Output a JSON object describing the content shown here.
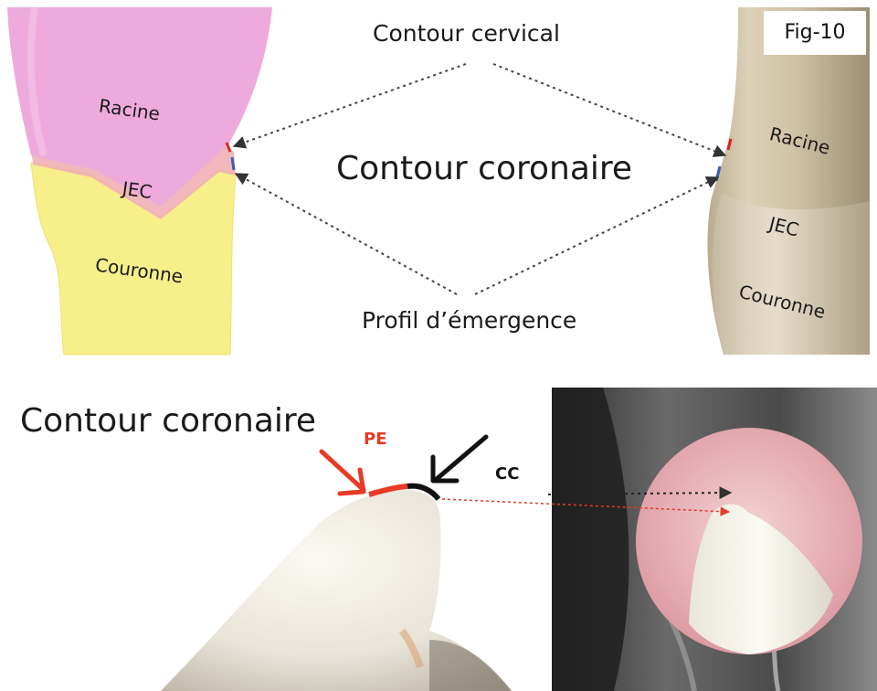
{
  "figure_label": "Fig-10",
  "top_panel": {
    "center_labels": {
      "cervical": "Contour cervical",
      "coronal": "Contour coronaire",
      "emergence": "Profil d’émergence"
    },
    "left_schematic": {
      "root": "Racine",
      "cej": "JEC",
      "crown": "Couronne"
    },
    "right_photo": {
      "root": "Racine",
      "cej": "JEC",
      "crown": "Couronne"
    }
  },
  "bottom_panel": {
    "title": "Contour coronaire",
    "pe_label": "PE",
    "cc_label": "CC"
  },
  "colors": {
    "root_pink": "#eeaadd",
    "cej_salmon": "#f1b0b6",
    "crown_yellow": "#f7ef8a",
    "pe_red": "#e83a25",
    "cc_black": "#111111",
    "gingiva_pink": "#e9a6ae"
  }
}
